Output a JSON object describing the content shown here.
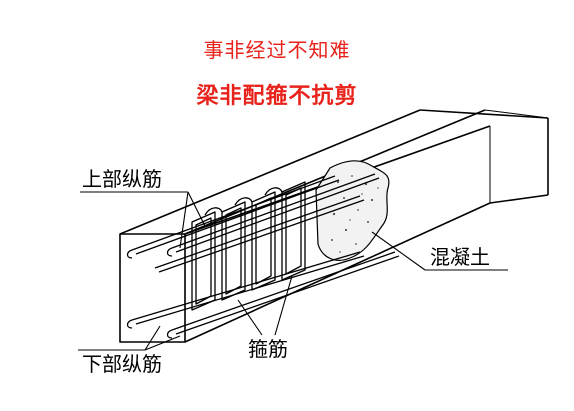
{
  "caption": {
    "line1": "事非经过不知难",
    "line2": "梁非配箍不抗剪"
  },
  "labels": {
    "top_rebar": "上部纵筋",
    "bottom_rebar": "下部纵筋",
    "stirrup": "箍筋",
    "concrete": "混凝土"
  },
  "colors": {
    "caption": "#e8231c",
    "line": "#000000",
    "background": "#ffffff"
  }
}
